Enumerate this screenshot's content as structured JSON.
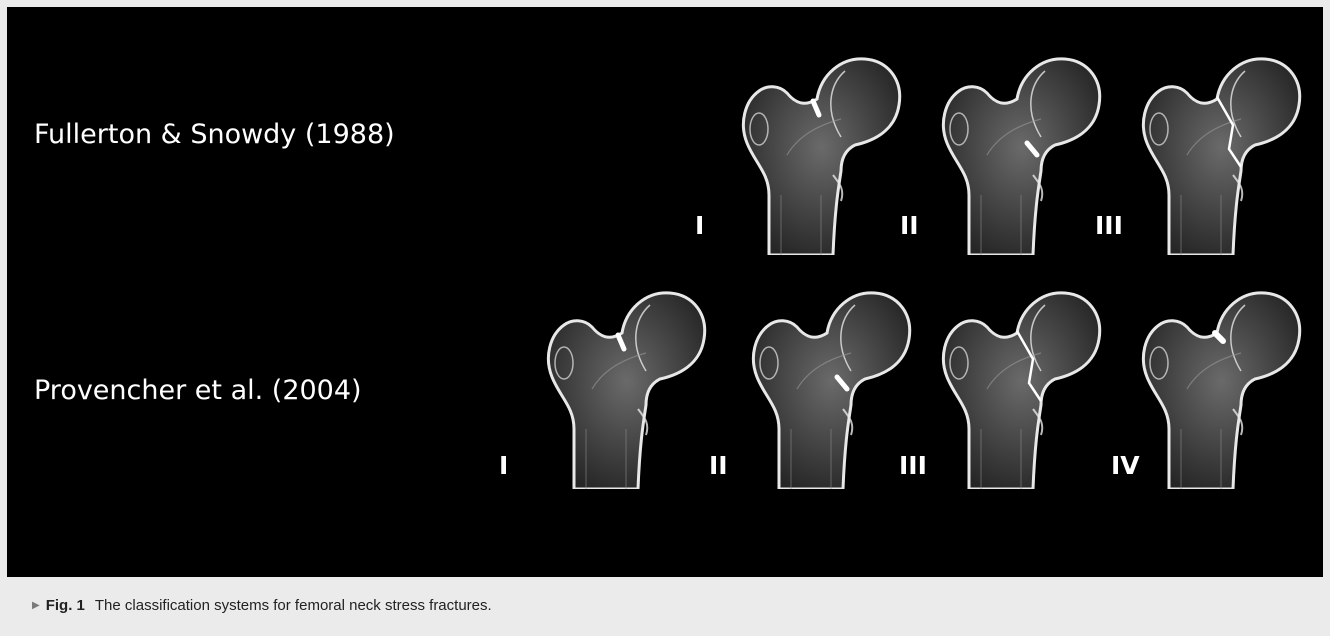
{
  "figure": {
    "rows": [
      {
        "label": "Fullerton & Snowdy (1988)",
        "grades": [
          {
            "label": "I",
            "fracture": "superior-small"
          },
          {
            "label": "II",
            "fracture": "inferior-small"
          },
          {
            "label": "III",
            "fracture": "complete"
          }
        ]
      },
      {
        "label": "Provencher et al. (2004)",
        "grades": [
          {
            "label": "I",
            "fracture": "superior-small"
          },
          {
            "label": "II",
            "fracture": "inferior-small"
          },
          {
            "label": "III",
            "fracture": "complete"
          },
          {
            "label": "IV",
            "fracture": "superior-displaced"
          }
        ]
      }
    ],
    "colors": {
      "panel_background": "#000000",
      "caption_background": "#ebebeb",
      "bone": "#e8e8e8"
    }
  },
  "caption": {
    "marker_icon": "triangle-right-icon",
    "fig_label": "Fig. 1",
    "text": "The classification systems for femoral neck stress fractures."
  }
}
